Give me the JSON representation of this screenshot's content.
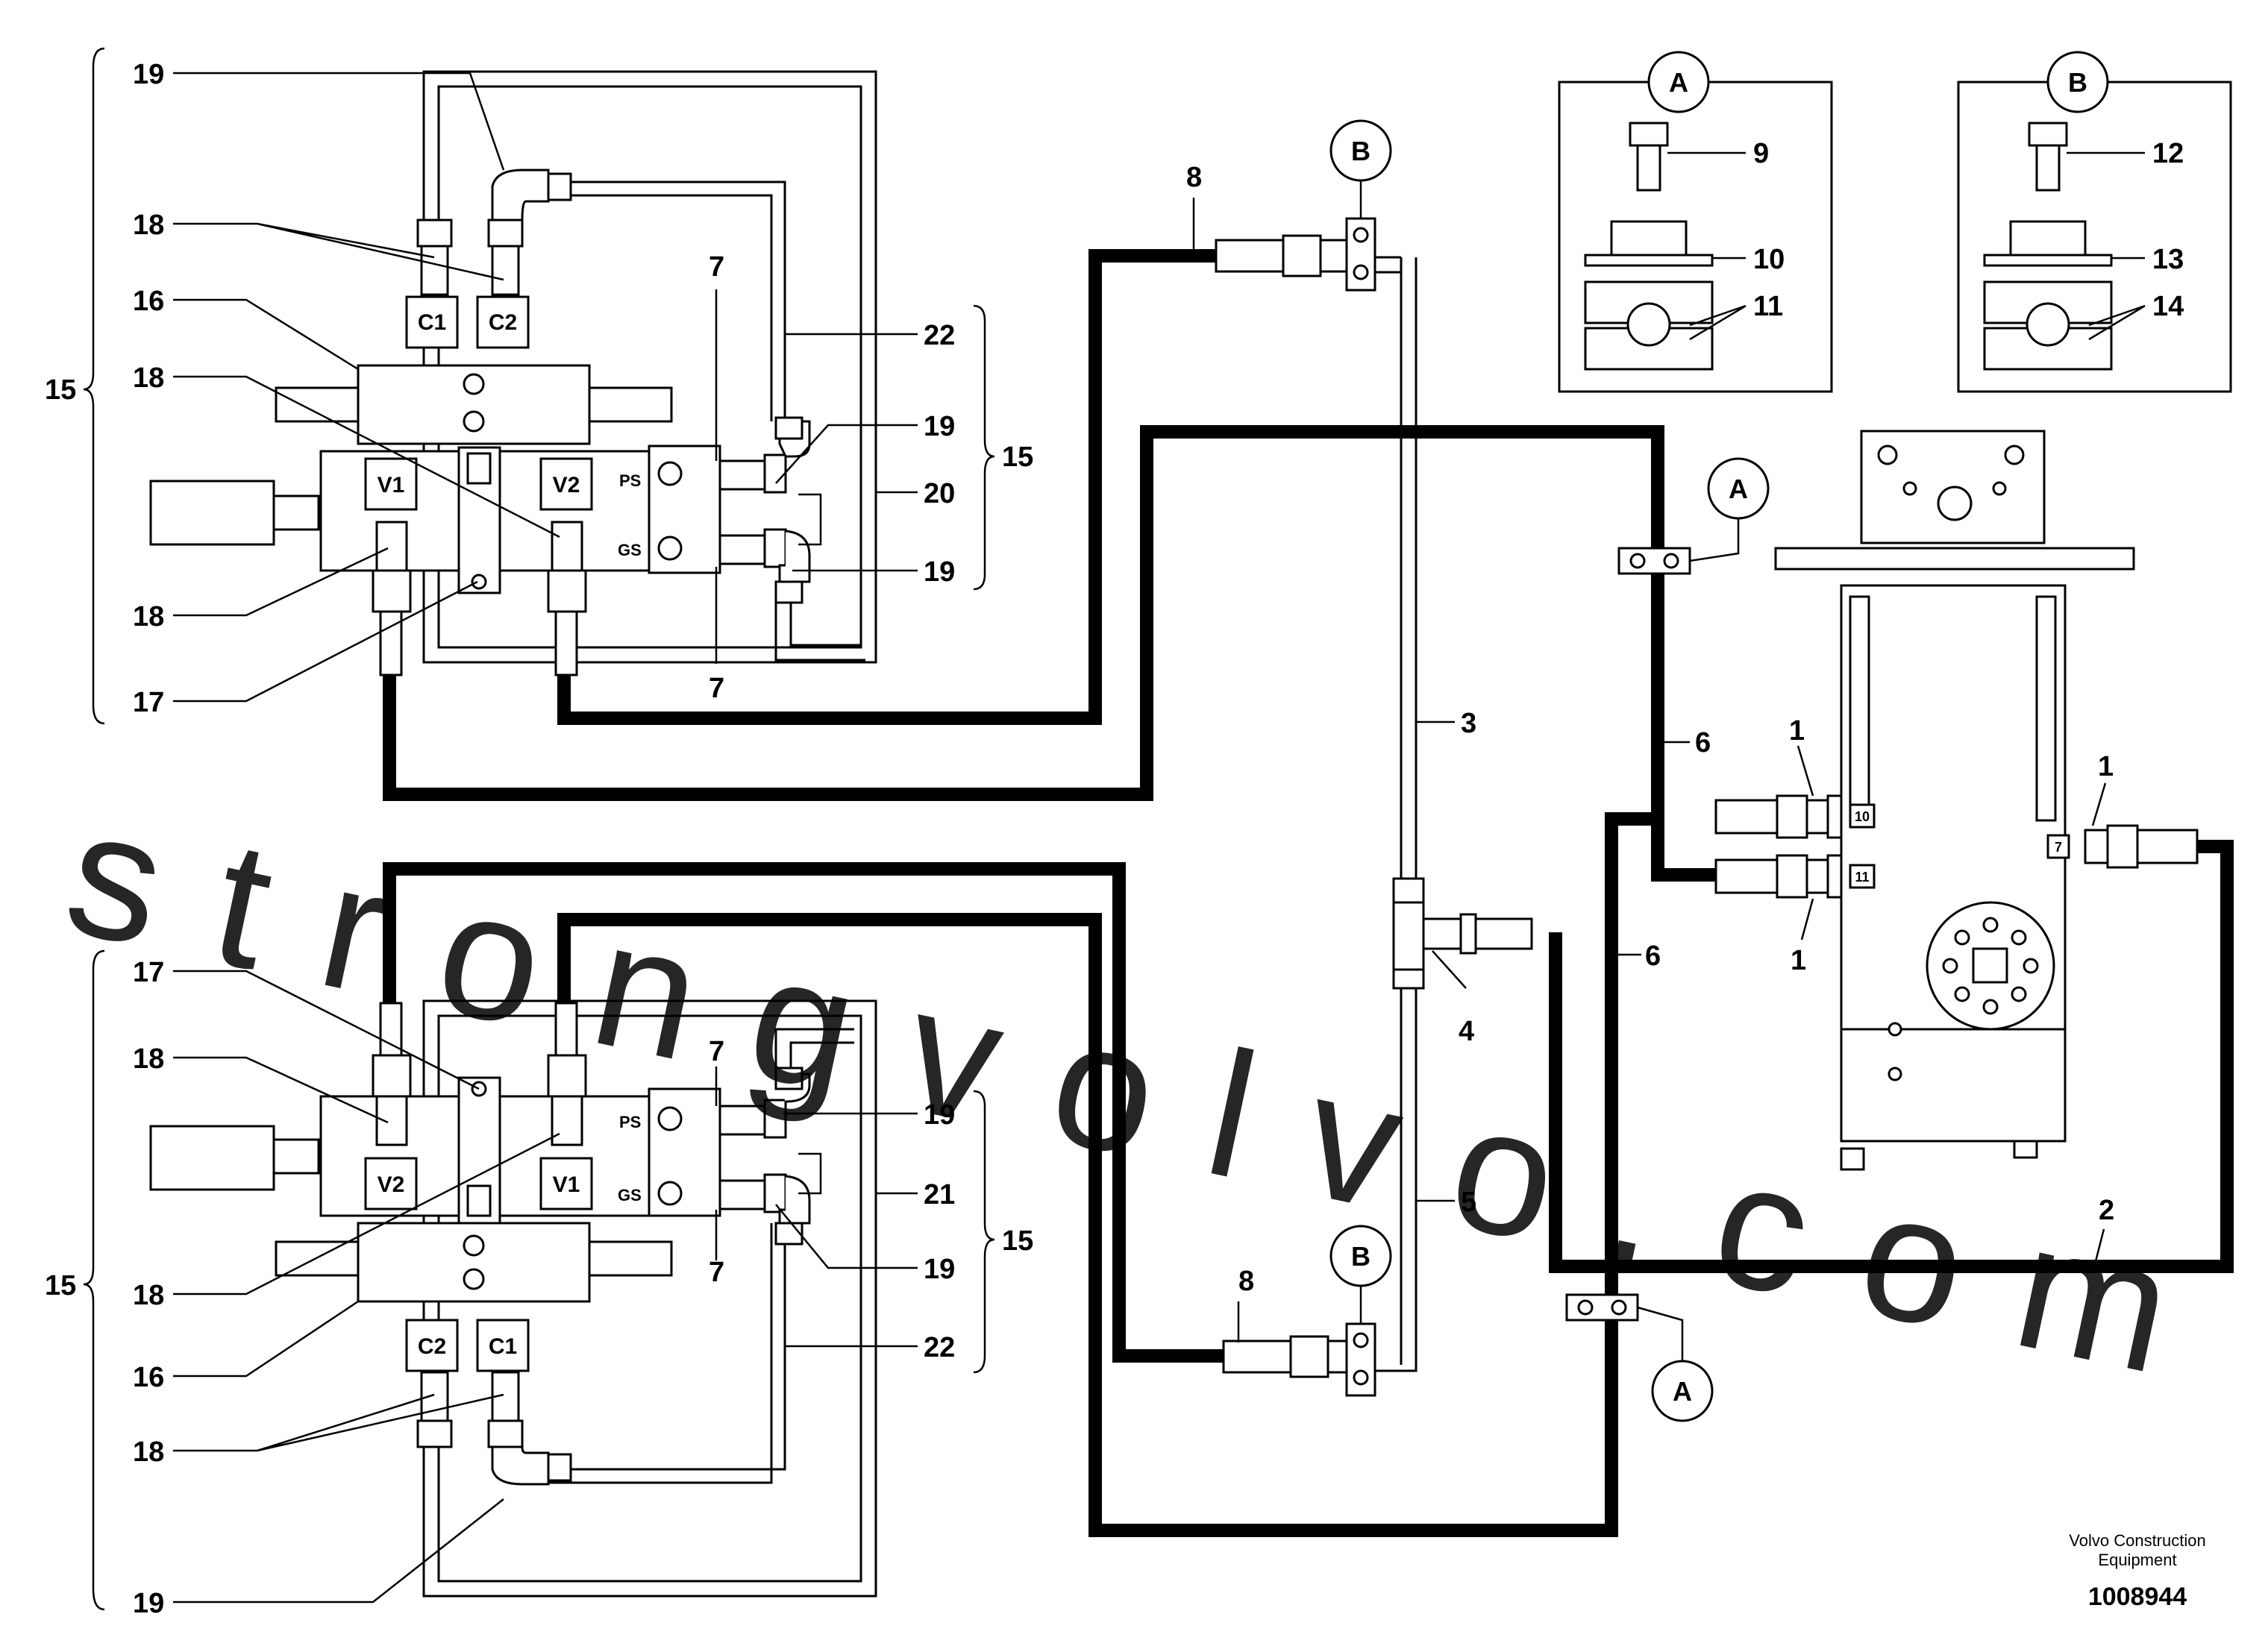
{
  "watermark": "strongvolvo.com",
  "footer": {
    "credit_line1": "Volvo Construction",
    "credit_line2": "Equipment",
    "document_number": "1008944"
  },
  "detail_A": {
    "letter": "A",
    "numbers": [
      "9",
      "10",
      "11"
    ]
  },
  "detail_B": {
    "letter": "B",
    "numbers": [
      "12",
      "13",
      "14"
    ]
  },
  "upper_valve": {
    "group": "15",
    "callouts_left": [
      "19",
      "18",
      "16",
      "18",
      "18",
      "17"
    ],
    "callouts_right_group": "15",
    "callouts_right": [
      "22",
      "19",
      "20",
      "19"
    ],
    "port_callouts": [
      "7",
      "7"
    ],
    "ports": {
      "c1": "C1",
      "c2": "C2",
      "v1": "V1",
      "v2": "V2",
      "ps": "PS",
      "gs": "GS"
    }
  },
  "lower_valve": {
    "group": "15",
    "callouts_left": [
      "17",
      "18",
      "18",
      "16",
      "18",
      "19"
    ],
    "callouts_right_group": "15",
    "callouts_right": [
      "19",
      "21",
      "19",
      "22"
    ],
    "port_callouts": [
      "7",
      "7"
    ],
    "ports": {
      "c1": "C1",
      "c2": "C2",
      "v1": "V1",
      "v2": "V2",
      "ps": "PS",
      "gs": "GS"
    }
  },
  "main_callouts": {
    "hose_8_top": "8",
    "hose_8_bottom": "8",
    "line_3": "3",
    "tee_4": "4",
    "line_5": "5",
    "hose_6_upper": "6",
    "hose_6_lower": "6",
    "hose_2": "2",
    "fitting_1a": "1",
    "fitting_1b": "1",
    "fitting_1c": "1"
  },
  "clamp_markers": {
    "b_top": "B",
    "b_bottom": "B",
    "a_right": "A",
    "a_bottom": "A"
  },
  "block_ports": {
    "p10": "10",
    "p11": "11",
    "p7": "7"
  }
}
